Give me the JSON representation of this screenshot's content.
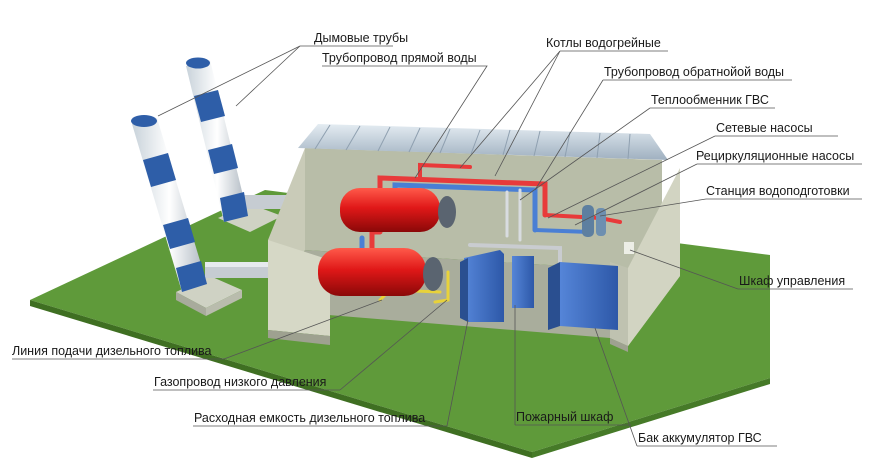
{
  "labels": {
    "chimneys": "Дымовые трубы",
    "supply_pipe": "Трубопровод прямой воды",
    "boilers": "Котлы водогрейные",
    "return_pipe": "Трубопровод обратнойой воды",
    "dhw_exchanger": "Теплообменник ГВС",
    "network_pumps": "Сетевые насосы",
    "recirc_pumps": "Рециркуляционные насосы",
    "water_treatment": "Станция водоподготовки",
    "control_cabinet": "Шкаф управления",
    "diesel_line": "Линия подачи дизельного топлива",
    "gas_pipe": "Газопровод низкого давления",
    "diesel_tank": "Расходная емкость дизельного топлива",
    "fire_cabinet": "Пожарный шкаф",
    "dhw_tank": "Бак аккумулятор ГВС"
  },
  "colors": {
    "grass": "#5f9a3a",
    "boiler": "#e01818",
    "supply_pipe": "#e83a3a",
    "return_pipe": "#4a7fd4",
    "cabinet": "#3f6fc9",
    "wall": "#c9cbb8",
    "roof": "#b8c8d8",
    "chimney_white": "#e8eef2",
    "chimney_blue": "#2e5ea8"
  }
}
